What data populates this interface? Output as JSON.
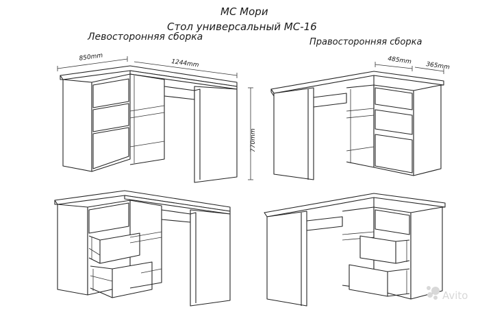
{
  "title": "МС Мори",
  "subtitle": "Стол универсальный МС-16",
  "labels": {
    "left_assembly": "Левосторонняя сборка",
    "right_assembly": "Правосторонняя сборка"
  },
  "dimensions": {
    "d850": "850mm",
    "d1244": "1244mm",
    "d770": "770mm",
    "d485": "485mm",
    "d365": "365mm"
  },
  "watermark": "Avito",
  "colors": {
    "line": "#222222",
    "watermark": "#d8d8d8"
  }
}
